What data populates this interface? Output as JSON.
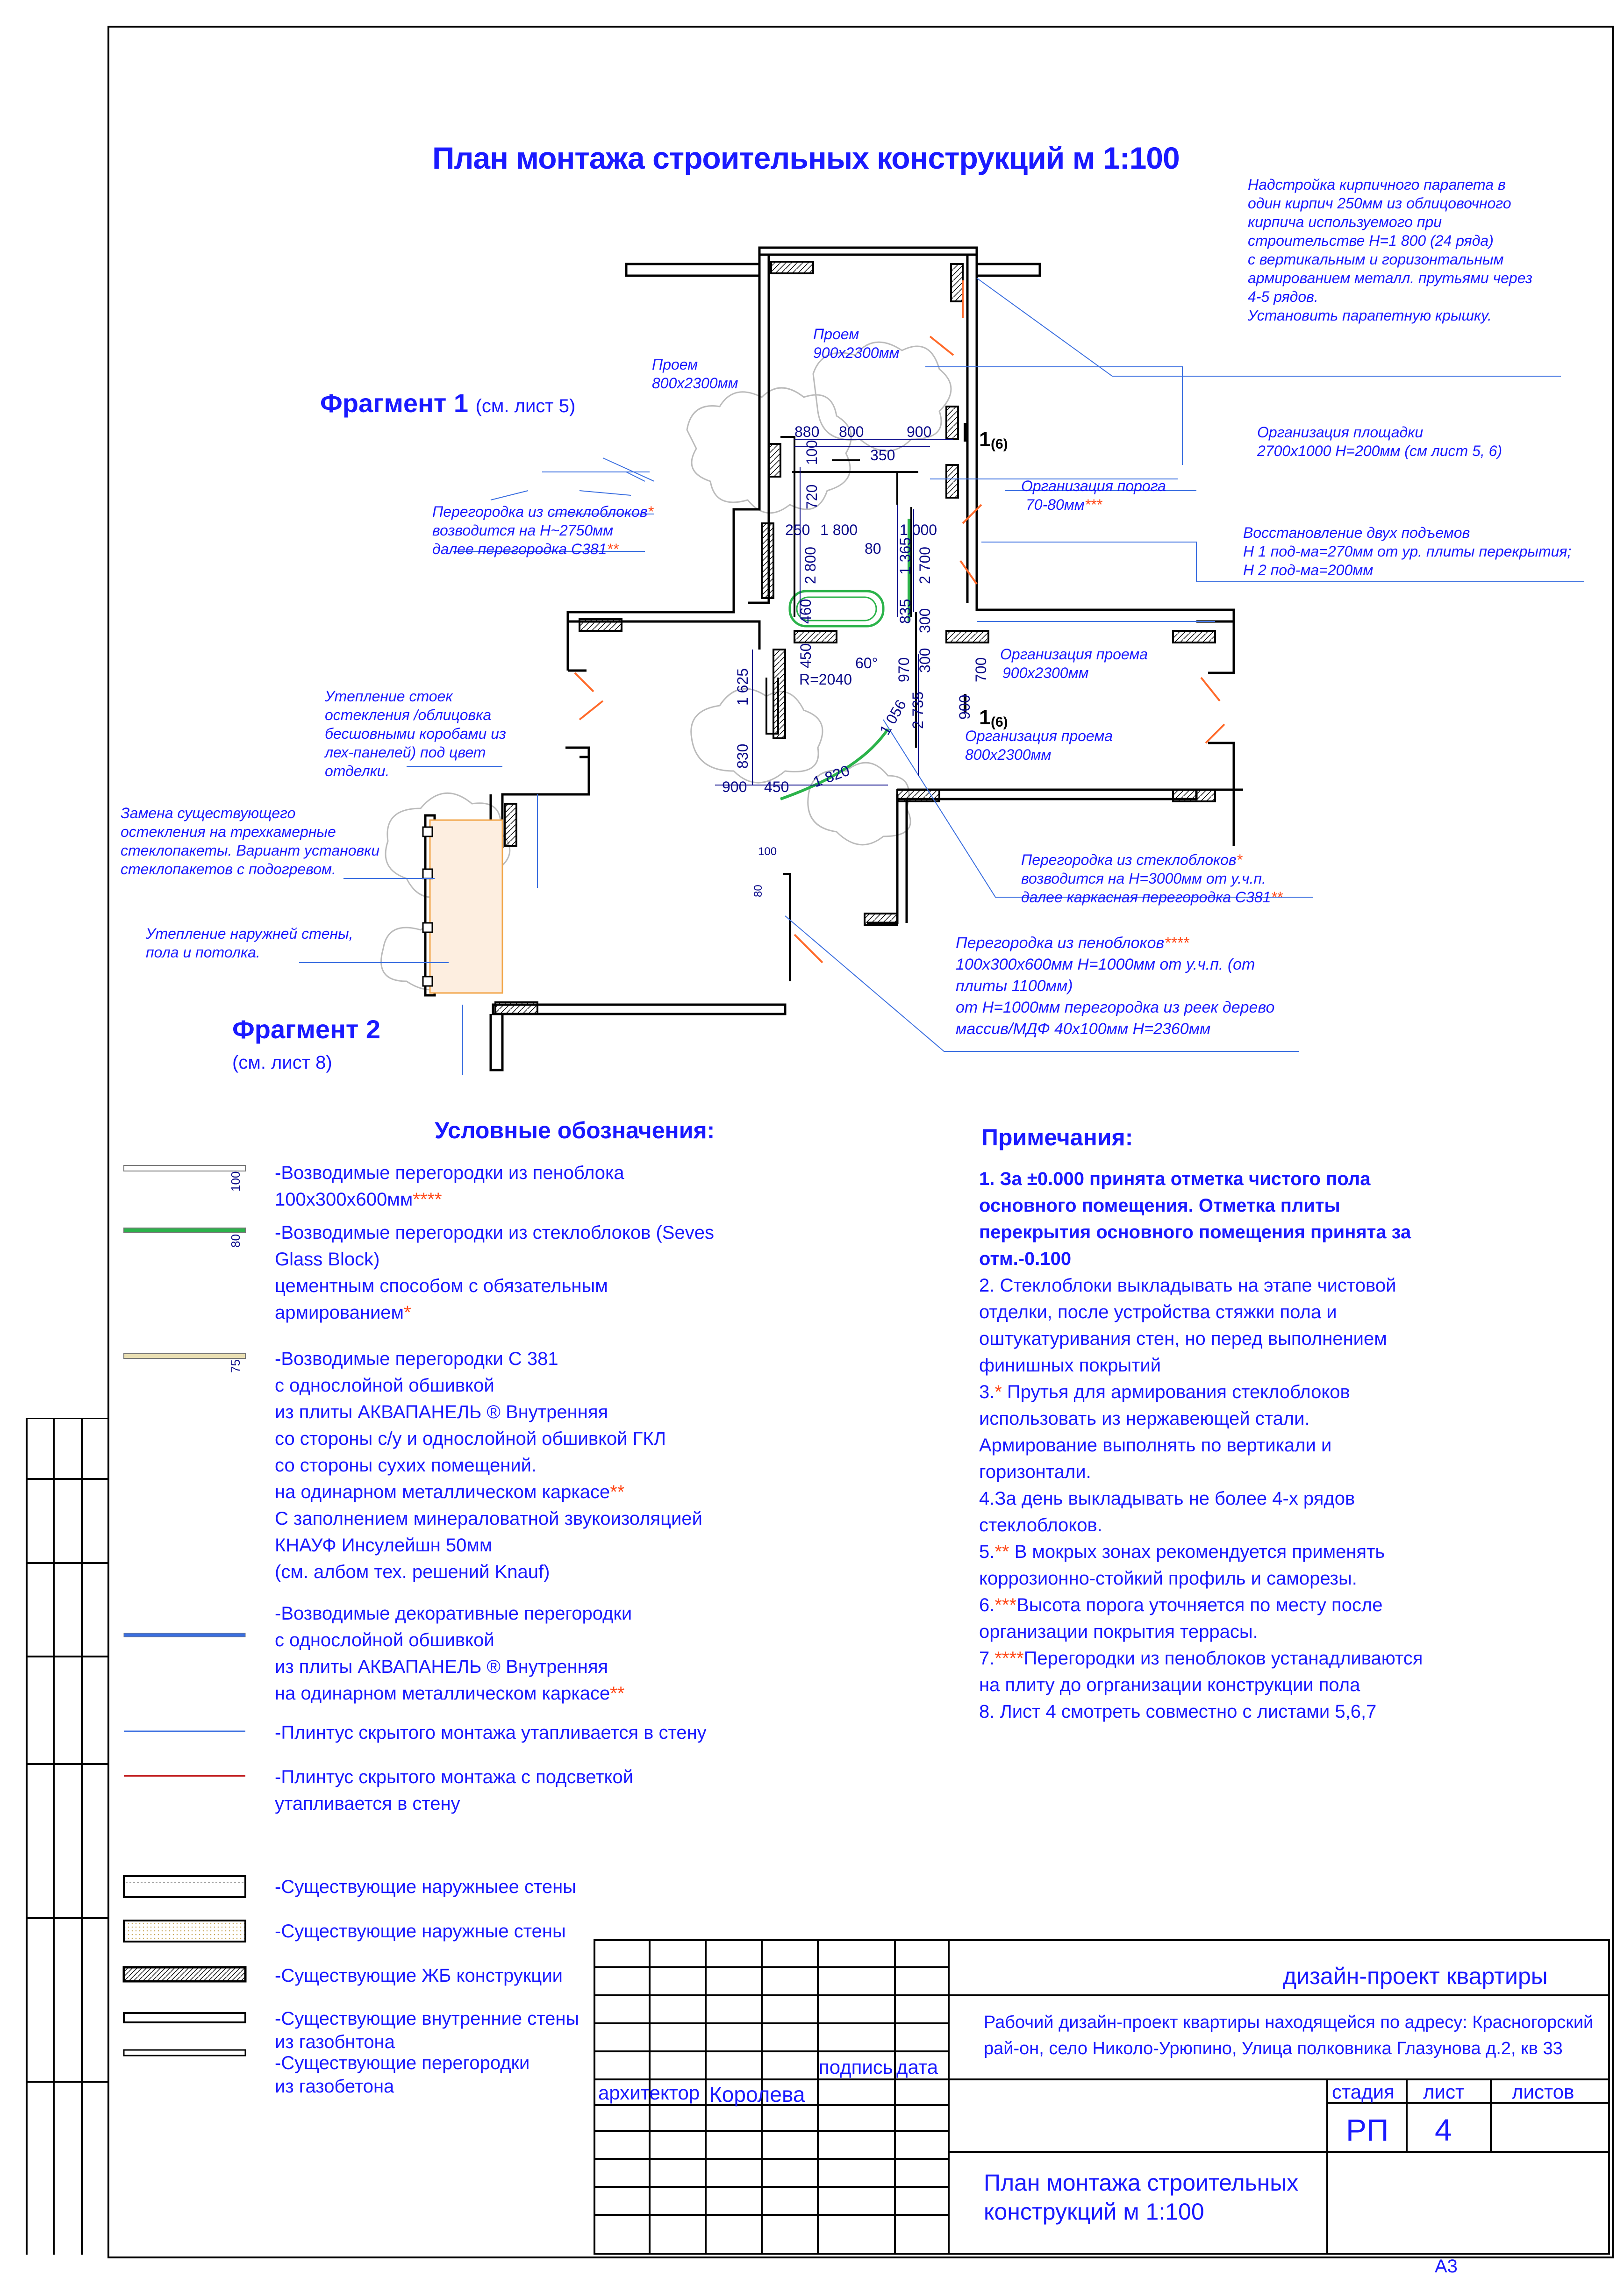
{
  "title": "План монтажа строительных конструкций м 1:100",
  "fragment1": {
    "label": "Фрагмент 1",
    "ref": "(см. лист 5)"
  },
  "fragment2": {
    "label": "Фрагмент 2",
    "ref": "(см. лист 8)"
  },
  "callouts": {
    "parapet": [
      "Надстройка  кирпичного парапета в",
      "один кирпич 250мм из облицовочного",
      "кирпича используемого при",
      "строительстве Н=1 800 (24 ряда)",
      "с вертикальным и горизонтальным",
      "армированием металл. прутьями через",
      "4-5 рядов.",
      "Установить парапетную крышку."
    ],
    "opening_900": [
      "Проем",
      "900х2300мм"
    ],
    "opening_800": [
      "Проем",
      "800х2300мм"
    ],
    "platform": [
      "Организация площадки",
      "2700х1000 Н=200мм (см лист 5, 6)"
    ],
    "threshold": [
      "Организация порога",
      "70-80мм"
    ],
    "threshold_ast": "***",
    "glass_partition_1": [
      "Перегородка из стеклоблоков",
      "возводится на Н~2750мм",
      "далее перегородка С381"
    ],
    "glass_partition_1_ast": [
      "*",
      "**"
    ],
    "podiums": [
      "Восстановление двух подъемов",
      "Н 1 под-ма=270мм от ур. плиты перекрытия;",
      "Н 2 под-ма=200мм"
    ],
    "insulation_posts": [
      "Утепление стоек",
      "остекления /облицовка",
      "бесшовными коробами из",
      "лех-панелей) под цвет",
      "отделки."
    ],
    "opening_900b": [
      "Организация проема",
      "900х2300мм"
    ],
    "opening_800b": [
      "Организация проема",
      "800х2300мм"
    ],
    "glazing": [
      "Замена существующего",
      "остекления на трехкамерные",
      "стеклопакеты. Вариант установки",
      "стеклопакетов с подогревом."
    ],
    "ext_insulation": [
      "Утепление наружней стены,",
      "пола и потолка."
    ],
    "glass_partition_2": [
      "Перегородка из стеклоблоков",
      "возводится на Н=3000мм от у.ч.п.",
      "далее  каркасная перегородка С381"
    ],
    "glass_partition_2_ast": [
      "*",
      "**"
    ],
    "foam_partition": [
      "Перегородка из пеноблоков",
      "100х300х600мм Н=1000мм от у.ч.п. (от",
      "плиты 1100мм)",
      "от Н=1000мм перегородка из реек дерево",
      "массив/МДФ 40х100мм Н=2360мм"
    ],
    "foam_partition_ast": "****",
    "section_mark": "1",
    "section_sheet": "(6)"
  },
  "dims": [
    "880",
    "800",
    "900",
    "350",
    "100",
    "720",
    "250",
    "1 800",
    "80",
    "1 000",
    "2 800",
    "2 700",
    "1 365",
    "835",
    "300",
    "460",
    "450",
    "R=2040",
    "60°",
    "970",
    "300",
    "700",
    "1 625",
    "2 735",
    "900",
    "1 056",
    "830",
    "900",
    "450",
    "1 820",
    "100",
    "80"
  ],
  "legend": {
    "heading": "Условные обозначения:",
    "items": [
      {
        "num": "100",
        "lines": [
          "-Возводимые перегородки из пеноблока",
          "100х300х600мм"
        ],
        "ast": "****"
      },
      {
        "num": "80",
        "lines": [
          "-Возводимые перегородки из стеклоблоков (Seves",
          "Glass Block)",
          " цементным способом  с обязательным",
          "армированием"
        ],
        "ast": "*"
      },
      {
        "num": "75",
        "lines": [
          "-Возводимые перегородки С 381",
          "с однослойной обшивкой",
          "из плиты АКВАПАНЕЛЬ ® Внутренняя",
          "со стороны с/у и однослойной обшивкой ГКЛ",
          "со стороны сухих помещений.",
          "на одинарном металлическом каркасе",
          "С заполнением минераловатной звукоизоляцией",
          " КНАУФ Инсулейшн 50мм",
          "(см. албом тех. решений Knauf)"
        ],
        "ast": "**"
      },
      {
        "lines": [
          "-Возводимые декоративные перегородки",
          "с однослойной обшивкой",
          "из плиты АКВАПАНЕЛЬ ® Внутренняя",
          "на одинарном металлическом каркасе"
        ],
        "ast": "**"
      },
      {
        "lines": [
          "-Плинтус скрытого монтажа утапливается в стену"
        ]
      },
      {
        "lines": [
          "-Плинтус скрытого монтажа с подсветкой",
          "утапливается в стену"
        ]
      },
      {
        "lines": [
          "-Существующие наружныее  стены"
        ]
      },
      {
        "lines": [
          "-Существующие наружные стены"
        ]
      },
      {
        "lines": [
          "-Существующие ЖБ конструкции"
        ]
      },
      {
        "lines": [
          "-Существующие внутренние стены",
          " из газобнтона"
        ]
      },
      {
        "lines": [
          "-Существующие перегородки",
          " из газобетона"
        ]
      }
    ]
  },
  "notes": {
    "heading": "Примечания:",
    "n1": [
      "1. За ±0.000 принята отметка чистого пола",
      "основного помещения. Отметка плиты",
      "перекрытия основного помещения принята за",
      "отм.-0.100"
    ],
    "n2": [
      "2. Стеклоблоки выкладывать на этапе чистовой",
      "отделки, после устройства стяжки пола и",
      "оштукатуривания стен, но перед выполнением",
      "финишных покрытий"
    ],
    "n3a": "3.",
    "n3ast": "*",
    "n3": [
      " Прутья для армирования стеклоблоков",
      "использовать из нержавеющей стали.",
      "Армирование выполнять по вертикали и",
      "горизонтали."
    ],
    "n4": [
      "4.За день выкладывать не более 4-х рядов",
      "стеклоблоков."
    ],
    "n5a": "5.",
    "n5ast": "**",
    "n5": [
      " В мокрых зонах рекомендуется применять",
      "коррозионно-стойкий профиль и саморезы."
    ],
    "n6a": "6.",
    "n6ast": "***",
    "n6": [
      "Высота порога уточняется по месту после",
      "организации покрытия террасы."
    ],
    "n7a": "7.",
    "n7ast": "****",
    "n7": [
      "Перегородки из пеноблоков устанадливаются",
      "на плиту до огрганизации конструкции пола"
    ],
    "n8": "8. Лист 4 смотреть совместно с листами 5,6,7"
  },
  "titleblock": {
    "project": "дизайн-проект квартиры",
    "address": [
      "Рабочий дизайн-проект квартиры находящейся по адресу: Красногорский",
      "рай-он, село Николо-Урюпино, Улица полковника Глазунова д.2, кв 33"
    ],
    "sign": "подпись",
    "date": "дата",
    "role": "архитектор",
    "name": "Королева",
    "stage_h": "стадия",
    "sheet_h": "лист",
    "sheets_h": "листов",
    "stage": "РП",
    "sheet": "4",
    "sheets": "",
    "drawing": [
      "План монтажа строительных",
      "конструкций м 1:100"
    ],
    "format": "А3"
  }
}
